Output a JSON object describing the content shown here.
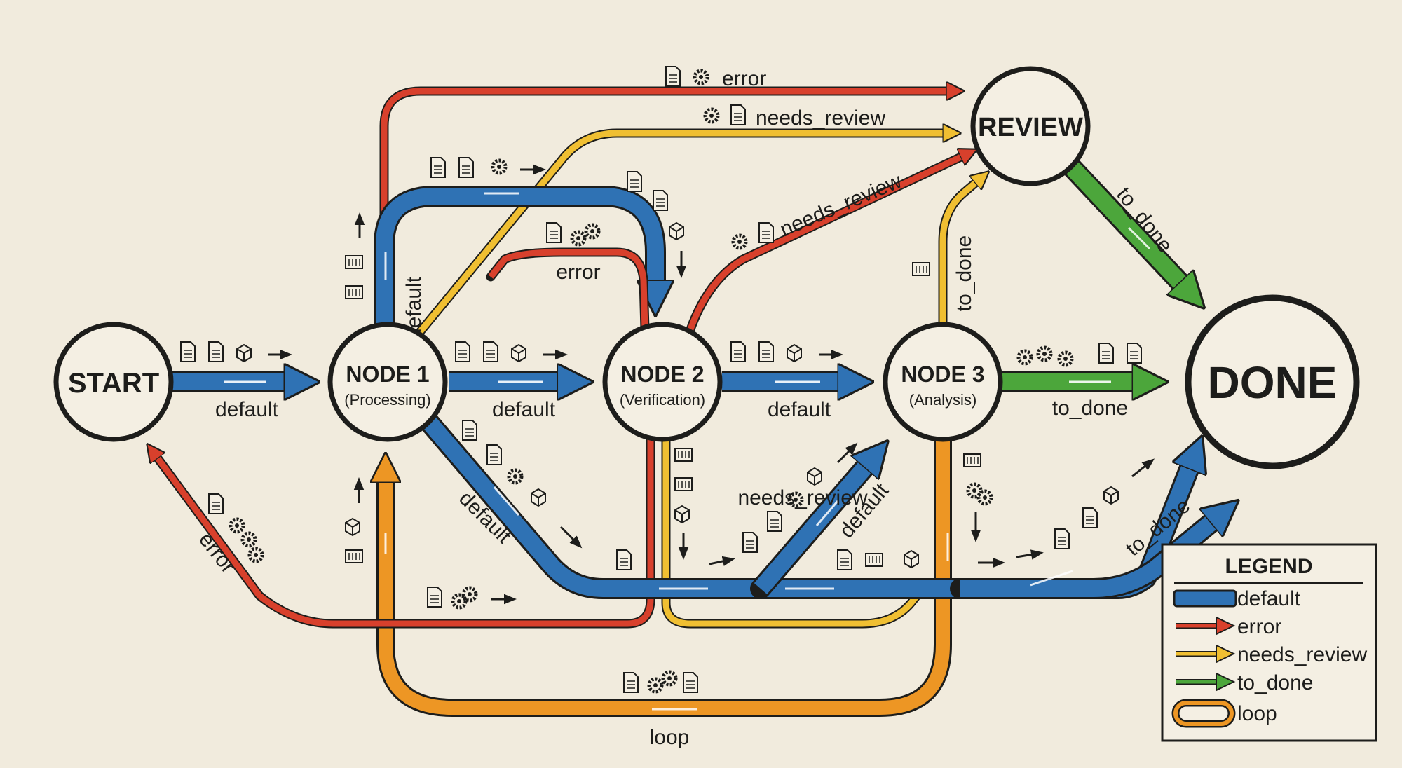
{
  "colors": {
    "background": "#f1ebdd",
    "default": "#2f72b4",
    "error": "#d8402c",
    "needs_review": "#f0bf32",
    "to_done": "#4ca63b",
    "loop": "#ed9624",
    "outline": "#1d1d1b"
  },
  "nodes": {
    "start": {
      "name": "START"
    },
    "node1": {
      "name": "NODE 1",
      "sub": "(Processing)"
    },
    "node2": {
      "name": "NODE 2",
      "sub": "(Verification)"
    },
    "node3": {
      "name": "NODE 3",
      "sub": "(Analysis)"
    },
    "review": {
      "name": "REVIEW"
    },
    "done": {
      "name": "DONE"
    }
  },
  "edges": {
    "start_node1": "default",
    "node1_node2": "default",
    "node2_node3": "default",
    "node3_done": "to_done",
    "node1_top_default": "default",
    "node1_diag_default": "default",
    "bottom_default": "default",
    "bottom_to_done": "to_done",
    "node3_up_to_done": "to_done",
    "review_done": "to_done",
    "top_error": "error",
    "top_needs_review": "needs_review",
    "node2_needs_review": "needs_review",
    "mid_error": "error",
    "bottom_error": "error",
    "bottom_needs_review": "needs_review",
    "loop": "loop"
  },
  "legend": {
    "title": "LEGEND",
    "items": [
      "default",
      "error",
      "needs_review",
      "to_done",
      "loop"
    ]
  },
  "icons": [
    "document-icon",
    "gear-icon",
    "box-icon",
    "arrow-icon",
    "database-icon"
  ]
}
